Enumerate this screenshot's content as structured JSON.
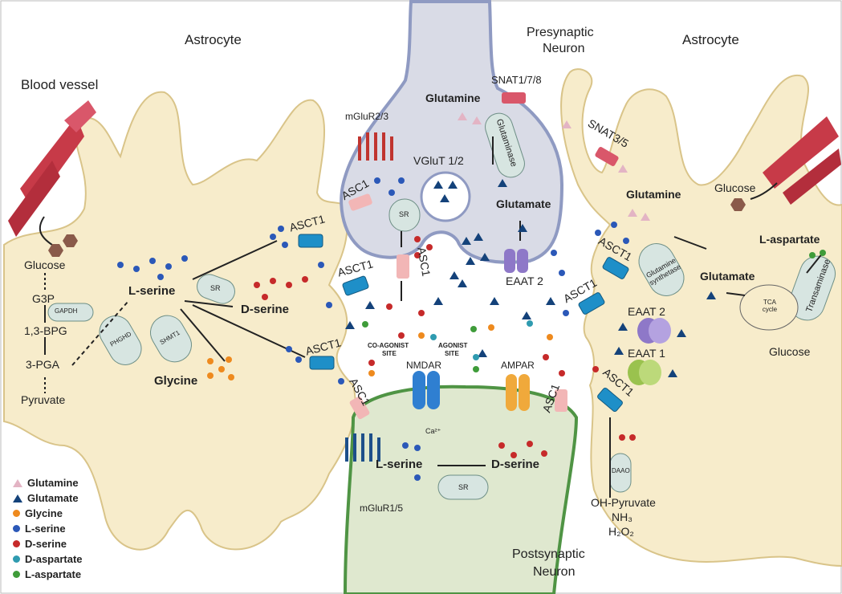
{
  "labels": {
    "astrocyte_left": "Astrocyte",
    "astrocyte_right": "Astrocyte",
    "presynaptic": "Presynaptic",
    "presynaptic2": "Neuron",
    "postsynaptic": "Postsynaptic",
    "postsynaptic2": "Neuron",
    "blood_vessel": "Blood vessel",
    "glucose_l": "Glucose",
    "g3p": "G3P",
    "gapdh": "GAPDH",
    "bpg": "1,3-BPG",
    "pga": "3-PGA",
    "pyruvate": "Pyruvate",
    "phghd": "PHGHD",
    "shmt1": "SHMT1",
    "lserine_l": "L-serine",
    "sr_l": "SR",
    "dserine_l": "D-serine",
    "glycine_l": "Glycine",
    "asct1_a": "ASCT1",
    "asct1_b": "ASCT1",
    "asct1_c": "ASCT1",
    "asc1_pre": "ASC1",
    "asc1_pre2": "ASC1",
    "sr_pre": "SR",
    "mglur23": "mGluR2/3",
    "vglut": "VGluT 1/2",
    "glutamine_pre": "Glutamine",
    "glutaminase": "Glutaminase",
    "glutamate_pre": "Glutamate",
    "snat178": "SNAT1/7/8",
    "eaat2_pre": "EAAT 2",
    "coagonist": "CO-AGONIST",
    "coagonist2": "SITE",
    "agonist": "AGONIST",
    "agonist2": "SITE",
    "nmdar": "NMDAR",
    "ampar": "AMPAR",
    "ca": "Ca²⁺",
    "asc1_post_l": "ASC1",
    "asc1_post_r": "ASC1",
    "lserine_post": "L-serine",
    "dserine_post": "D-serine",
    "sr_post": "SR",
    "mglur15": "mGluR1/5",
    "snat35": "SNAT3/5",
    "glutamine_r": "Glutamine",
    "glucose_r": "Glucose",
    "glutamine_synth": "Glutamine synthetase",
    "glutamate_r": "Glutamate",
    "laspartate_r": "L-aspartate",
    "transaminase": "Transaminase",
    "tca": "TCA cycle",
    "glucose_r2": "Glucose",
    "asct1_r1": "ASCT1",
    "asct1_r2": "ASCT1",
    "asct1_r3": "ASCT1",
    "eaat2_r": "EAAT 2",
    "eaat1_r": "EAAT 1",
    "daao": "DAAO",
    "oh_pyruvate": "OH-Pyruvate",
    "nh3": "NH₃",
    "h2o2": "H₂O₂"
  },
  "legend": [
    {
      "label": "Glutamine",
      "shape": "triangle",
      "color": "#e3b4c4"
    },
    {
      "label": "Glutamate",
      "shape": "triangle",
      "color": "#14427a"
    },
    {
      "label": "Glycine",
      "shape": "dot",
      "color": "#ee8a1e"
    },
    {
      "label": "L-serine",
      "shape": "dot",
      "color": "#2b58b8"
    },
    {
      "label": "D-serine",
      "shape": "dot",
      "color": "#c62a2a"
    },
    {
      "label": "D-aspartate",
      "shape": "dot",
      "color": "#2f9bb0"
    },
    {
      "label": "L-aspartate",
      "shape": "dot",
      "color": "#3f9c3a"
    }
  ],
  "colors": {
    "astrocyte_fill": "#f7eccb",
    "astrocyte_stroke": "#d9c489",
    "presynaptic_fill": "#d9dbe6",
    "presynaptic_stroke": "#8f9ac2",
    "postsynaptic_fill": "#dfe8cf",
    "postsynaptic_stroke": "#4f9444",
    "vessel": "#c73a48",
    "transporter": "#1e8fc8",
    "pill_fill": "#d7e5e1",
    "pill_stroke": "#6e8f86"
  }
}
